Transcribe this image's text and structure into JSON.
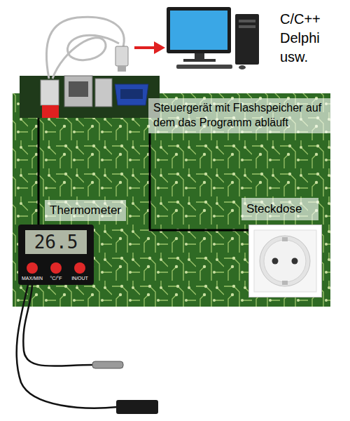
{
  "diagram": {
    "nodes": [
      {
        "text": [
          "Steuergerät mit Flashspeicher auf dem das Programm abläuft"
        ]
      },
      {
        "text": [
          "Thermometer"
        ]
      },
      {
        "text": [
          "Steckdose"
        ]
      }
    ],
    "edges": [
      {
        "from": 0,
        "to": 2,
        "arrow": "none"
      }
    ],
    "labels": [
      "C/C++ Delphi usw.",
      "26.5",
      "MAX/MIN",
      "°C/°F",
      "IN/OUT"
    ]
  }
}
